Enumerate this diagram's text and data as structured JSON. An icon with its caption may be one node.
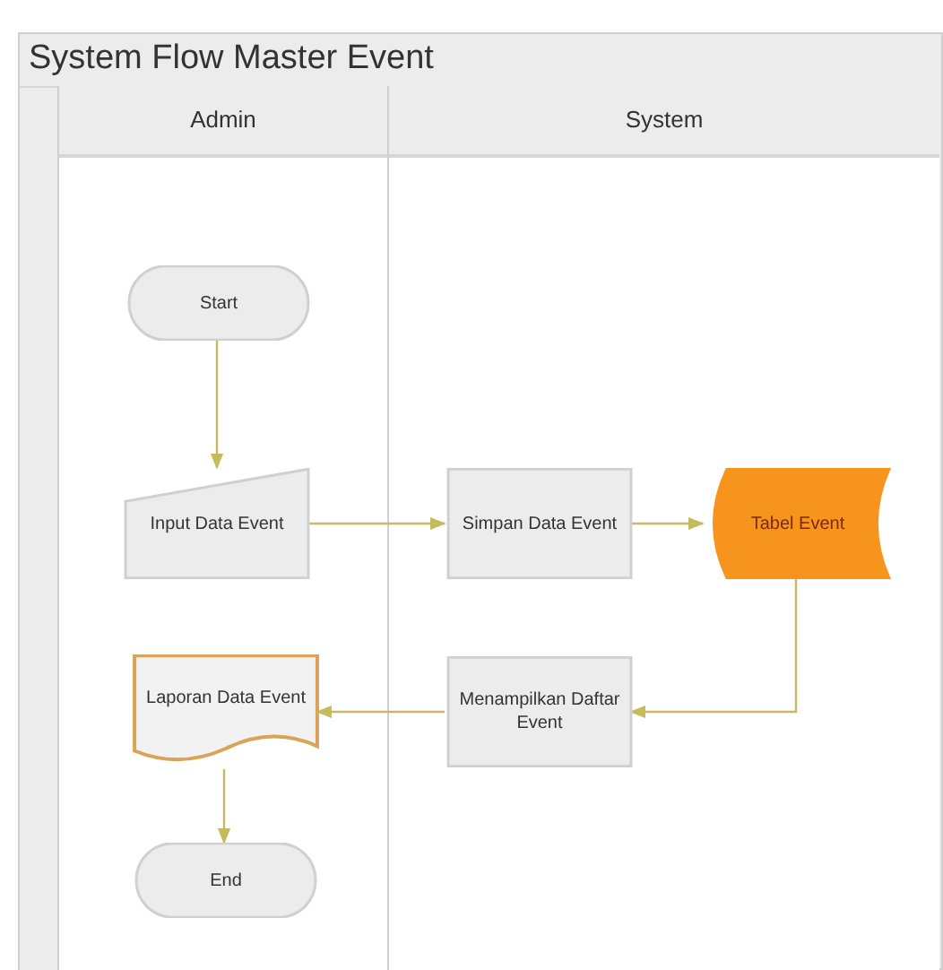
{
  "diagram": {
    "title": "System Flow Master Event",
    "nodes": [
      {
        "text": [
          "Admin"
        ]
      },
      {
        "text": [
          "System"
        ]
      },
      {
        "text": [
          "Start"
        ],
        "in": 0
      },
      {
        "text": [
          "Input Data Event"
        ],
        "in": 0
      },
      {
        "text": [
          "Simpan Data Event"
        ],
        "in": 1
      },
      {
        "text": [
          "Tabel Event"
        ],
        "in": 1
      },
      {
        "text": [
          "Menampilkan Daftar Event"
        ],
        "in": 1
      },
      {
        "text": [
          "Laporan Data Event"
        ],
        "in": 0
      },
      {
        "text": [
          "End"
        ],
        "in": 0
      }
    ],
    "edges": [
      {
        "from": 2,
        "to": 3,
        "arrow": "to"
      },
      {
        "from": 3,
        "to": 4,
        "arrow": "to"
      },
      {
        "from": 4,
        "to": 5,
        "arrow": "to"
      },
      {
        "from": 5,
        "to": 6,
        "arrow": "to"
      },
      {
        "from": 6,
        "to": 7,
        "arrow": "to"
      },
      {
        "from": 7,
        "to": 8,
        "arrow": "to"
      }
    ]
  }
}
